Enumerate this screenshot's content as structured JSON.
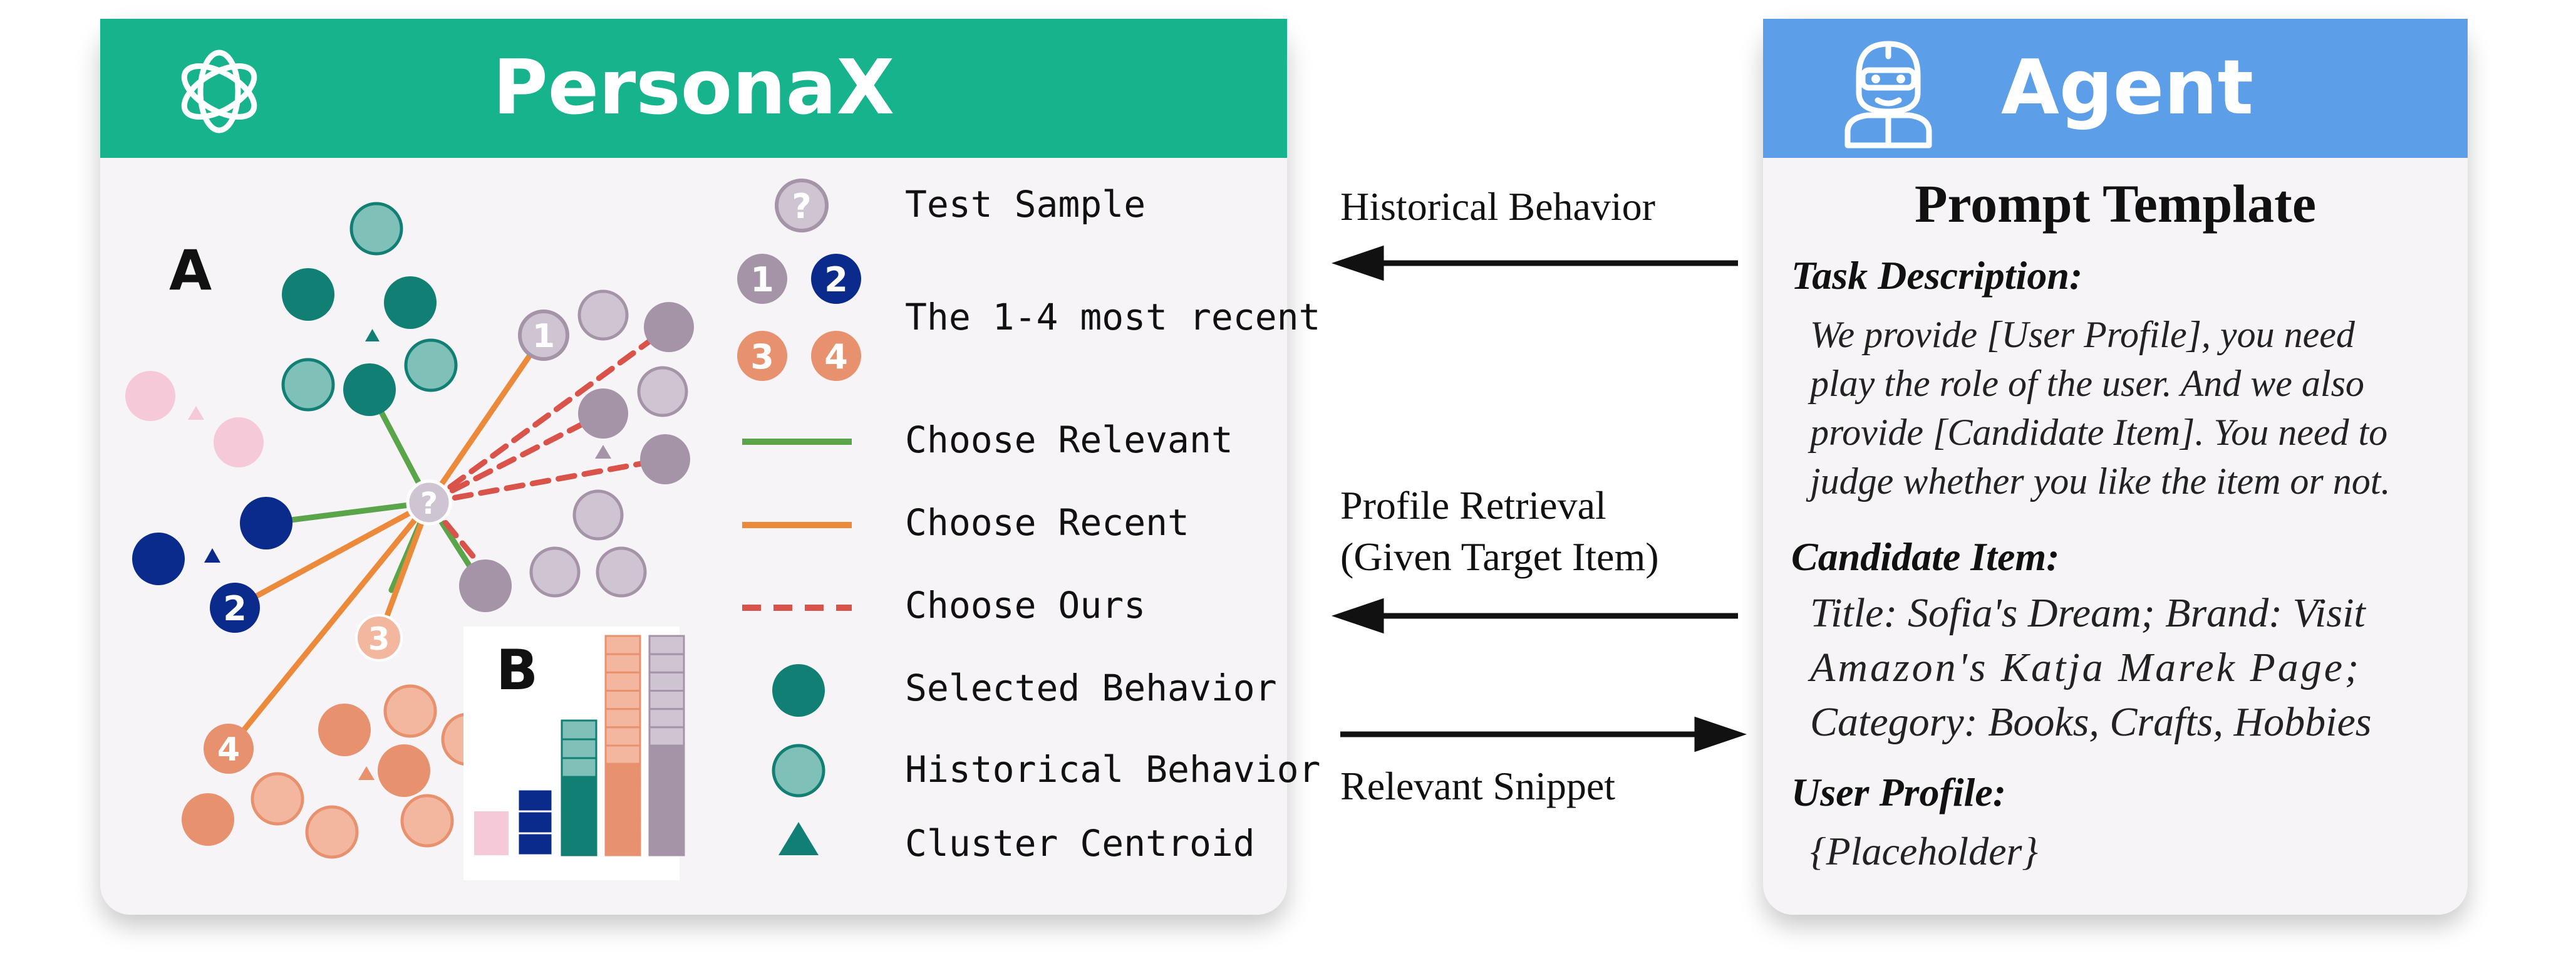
{
  "personax": {
    "title": "PersonaX",
    "logo_icon": "openai-logo-icon",
    "label_a": "A",
    "label_b": "B",
    "recent_numbers": [
      "1",
      "2",
      "3",
      "4"
    ],
    "test_symbol": "?",
    "legend": [
      {
        "label": "Test Sample"
      },
      {
        "label": "The 1-4 most recent"
      },
      {
        "label": "Choose Relevant"
      },
      {
        "label": "Choose Recent"
      },
      {
        "label": "Choose Ours"
      },
      {
        "label": "Selected Behavior"
      },
      {
        "label": "Historical Behavior"
      },
      {
        "label": "Cluster Centroid"
      }
    ]
  },
  "arrows": {
    "historical_behavior": "Historical Behavior",
    "profile_retrieval_line1": "Profile Retrieval",
    "profile_retrieval_line2": "(Given Target Item)",
    "relevant_snippet": "Relevant Snippet"
  },
  "agent": {
    "title": "Agent",
    "icon": "robot-agent-icon",
    "prompt_title": "Prompt Template",
    "task_head": "Task Description:",
    "task_lines": [
      "We provide [User Profile], you need",
      "play the role of the user. And we also",
      "provide [Candidate Item].  You need to",
      "judge whether you  like the item or not."
    ],
    "candidate_head": "Candidate Item:",
    "candidate_lines": [
      "Title: Sofia's Dream; Brand: Visit",
      "Amazon's Katja Marek Page;",
      "Category: Books, Crafts, Hobbies"
    ],
    "profile_head": "User Profile:",
    "profile_body": "{Placeholder}"
  },
  "colors": {
    "personax_header": "#17b38c",
    "agent_header": "#5c9fe8",
    "teal": "#127f74",
    "teal_light": "#7fc0b8",
    "navy": "#0a2a8c",
    "orange": "#e8916e",
    "orange_light": "#f3b7a0",
    "pink": "#f6c9d8",
    "purple": "#a593a8",
    "purple_light": "#cfc4d2",
    "relevant_line": "#5aa54a",
    "recent_line": "#ec8a3c",
    "ours_line": "#d9534a"
  }
}
